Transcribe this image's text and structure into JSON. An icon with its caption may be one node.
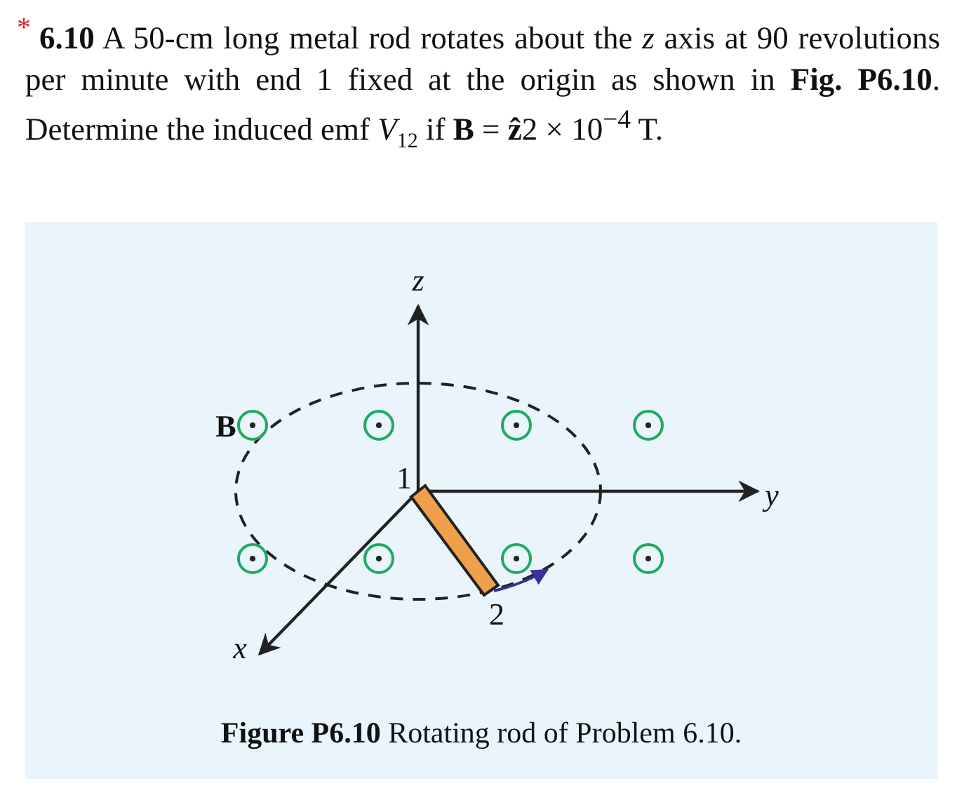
{
  "diagram": {
    "caption": "**Figure P6.10** Rotating rod of Problem 6.10.",
    "labels": [
      "$^{*}$**6.10** A 50-cm long metal rod rotates about the *z* axis at 90 revolutions per minute with end 1 fixed at the origin as shown in **Fig. P6.10**. Determine the induced emf *V*$_{12}$ if **B** = **ẑ**2 × 10$^{−4}$ T.",
      "z",
      "B",
      "1",
      "y",
      "2",
      "x"
    ]
  }
}
